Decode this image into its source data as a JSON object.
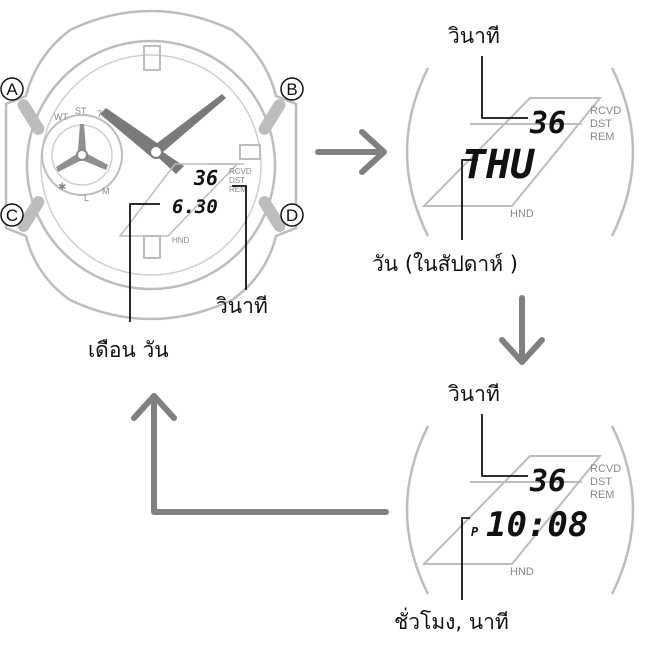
{
  "colors": {
    "outline": "#bdbdbd",
    "outline_dark": "#a8a8a8",
    "hand": "#7a7a7a",
    "arrow": "#808080",
    "text": "#111111",
    "indicator": "#888888"
  },
  "watch": {
    "buttons": {
      "a": "A",
      "b": "B",
      "c": "C",
      "d": "D"
    },
    "dial_marks": {
      "wt": "WT",
      "st": "ST",
      "seven": "7",
      "l": "L",
      "m": "M"
    },
    "display": {
      "seconds": "36",
      "date": "6.30"
    },
    "indicators": {
      "rcvd": "RCVD",
      "dst": "DST",
      "rem": "REM",
      "hnd": "HND"
    }
  },
  "screen_weekday": {
    "seconds": "36",
    "main": "THU"
  },
  "screen_time": {
    "seconds": "36",
    "pm": "P",
    "main": "10:08"
  },
  "labels": {
    "watch_seconds": "วินาที",
    "month_day": "เดือน วัน",
    "top_seconds": "วินาที",
    "weekday": "วัน (ในสัปดาห์ )",
    "middle_seconds": "วินาที",
    "hour_minute": "ชั่วโมง, นาที"
  }
}
